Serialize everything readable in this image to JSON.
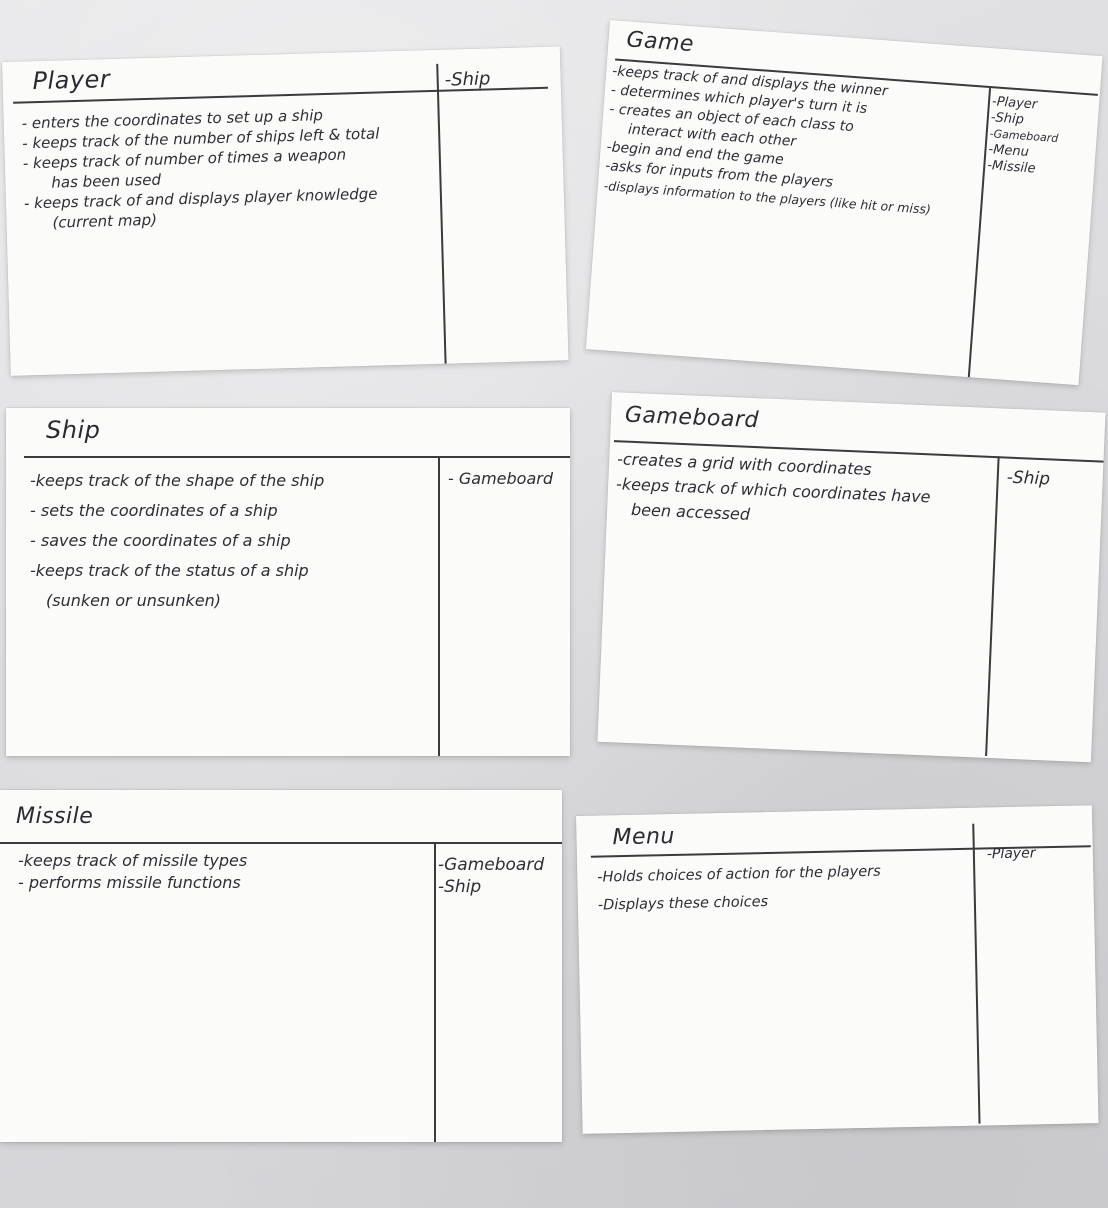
{
  "cards": {
    "player": {
      "title": "Player",
      "responsibilities": [
        "- enters the coordinates to set up a ship",
        "- keeps track of the number of ships left & total",
        "- keeps track of number of times a weapon",
        "has been used",
        "- keeps track of and displays player knowledge",
        "(current map)"
      ],
      "collaborators": [
        "-Ship"
      ]
    },
    "game": {
      "title": "Game",
      "responsibilities": [
        "-keeps track of and displays the winner",
        "- determines which player's turn it is",
        "- creates an object of each class to",
        "interact with each other",
        "-begin and end the game",
        "-asks for inputs from the players",
        "-displays information to the players (like hit or miss)"
      ],
      "collaborators": [
        "-Player",
        "-Ship",
        "-Gameboard",
        "-Menu",
        "-Missile"
      ]
    },
    "ship": {
      "title": "Ship",
      "responsibilities": [
        "-keeps track of the shape of the ship",
        "- sets the coordinates of a ship",
        "- saves the coordinates of a ship",
        "-keeps track of the status of a ship",
        "(sunken or unsunken)"
      ],
      "collaborators": [
        "- Gameboard"
      ]
    },
    "gameboard": {
      "title": "Gameboard",
      "responsibilities": [
        "-creates a grid with coordinates",
        "-keeps track of which coordinates have",
        "been accessed"
      ],
      "collaborators": [
        "-Ship"
      ]
    },
    "missile": {
      "title": "Missile",
      "responsibilities": [
        "-keeps track of missile types",
        "- performs missile functions"
      ],
      "collaborators": [
        "-Gameboard",
        "-Ship"
      ]
    },
    "menu": {
      "title": "Menu",
      "responsibilities": [
        "-Holds choices of action for the players",
        "-Displays these choices"
      ],
      "collaborators": [
        "-Player"
      ]
    }
  },
  "colors": {
    "background": "#dcdcdf",
    "card": "#fbfbfa",
    "ink": "#2b2b33"
  }
}
